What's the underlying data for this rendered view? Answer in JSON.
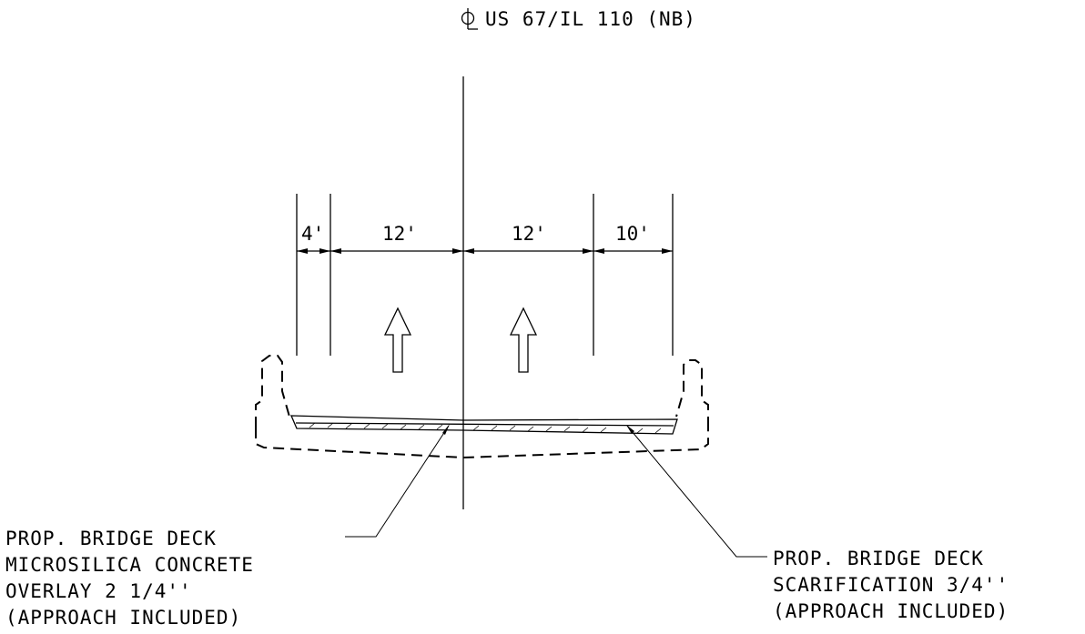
{
  "centerline_label": "US 67/IL 110 (NB)",
  "centerline_icon": "centerline-symbol-icon",
  "dimensions": [
    "4'",
    "12'",
    "12'",
    "10'"
  ],
  "traffic_direction_icon": "up-arrow-icon",
  "note_left": {
    "lines": [
      "PROP. BRIDGE DECK",
      "MICROSILICA CONCRETE",
      "OVERLAY 2 1/4''",
      "(APPROACH INCLUDED)"
    ]
  },
  "note_right": {
    "lines": [
      "PROP. BRIDGE DECK",
      "SCARIFICATION 3/4''",
      "(APPROACH INCLUDED)"
    ]
  }
}
